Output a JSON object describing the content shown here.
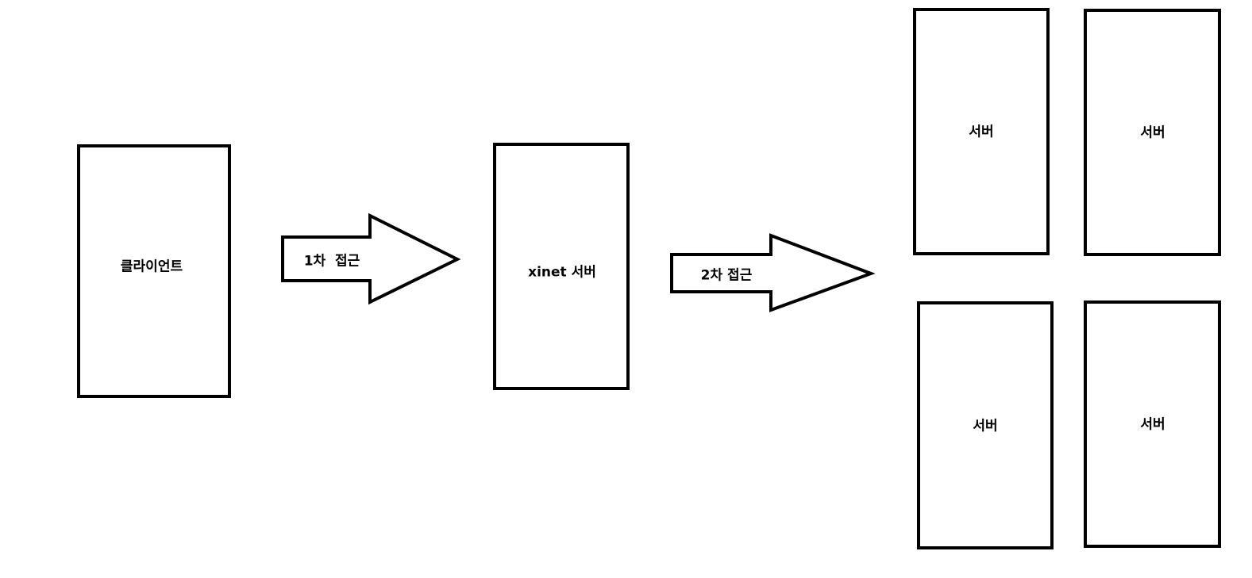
{
  "diagram": {
    "client": {
      "label": "클라이언트"
    },
    "arrow1": {
      "label": "1차  접근"
    },
    "xinet": {
      "label": "xinet 서버"
    },
    "arrow2": {
      "label": "2차 접근"
    },
    "servers": [
      {
        "label": "서버"
      },
      {
        "label": "서버"
      },
      {
        "label": "서버"
      },
      {
        "label": "서버"
      }
    ],
    "colors": {
      "stroke": "#000000",
      "background": "#ffffff"
    }
  }
}
